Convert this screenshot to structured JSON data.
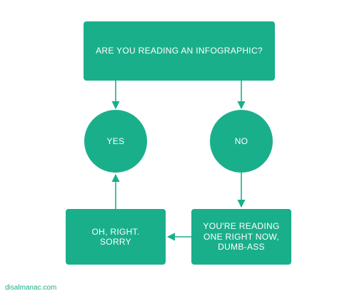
{
  "nodes": {
    "question": "ARE YOU READING AN INFOGRAPHIC?",
    "yes": "YES",
    "no": "NO",
    "reading_now": "YOU'RE READING\nONE RIGHT NOW,\nDUMB-ASS",
    "sorry": "OH, RIGHT.\nSORRY"
  },
  "footer": {
    "credit": "disalmanac.com"
  },
  "colors": {
    "node_fill": "#1aaf8b",
    "arrow": "#1aaf8b",
    "text": "#ffffff",
    "credit": "#1aaf8b"
  }
}
